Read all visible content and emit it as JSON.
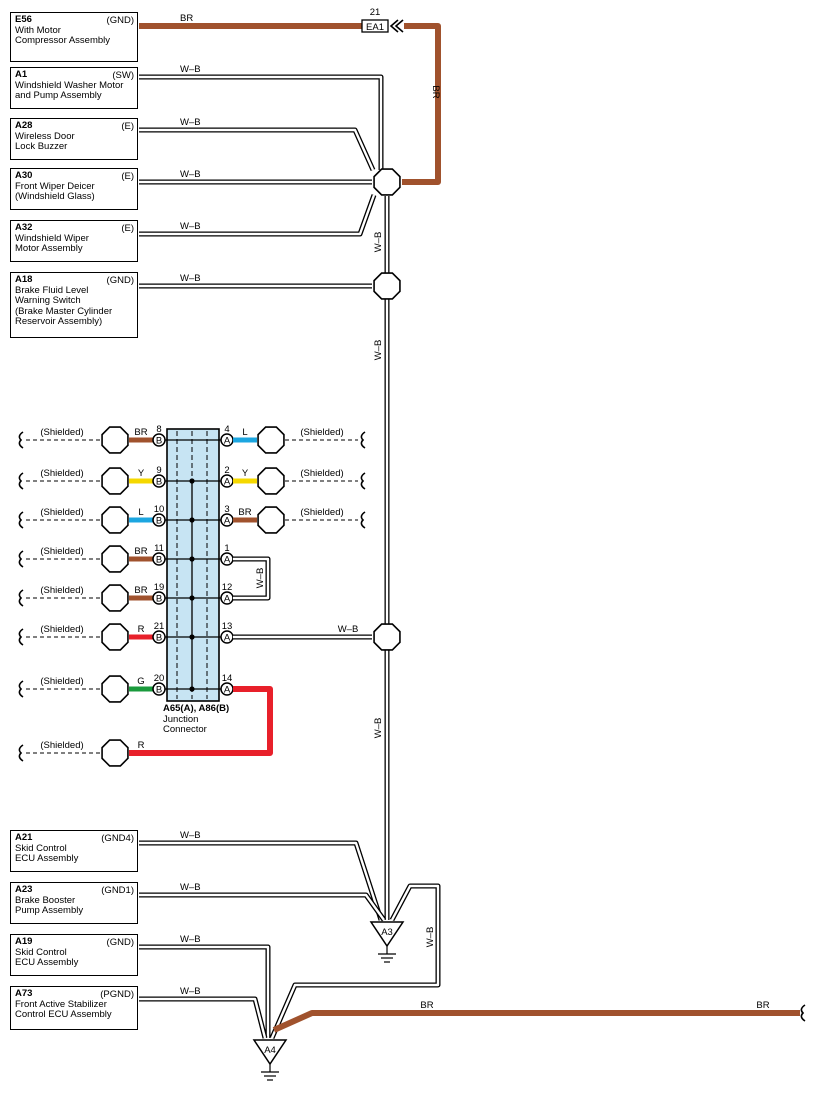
{
  "components": [
    {
      "code": "E56",
      "name": "With Motor\nCompressor Assembly",
      "pin": "(GND)",
      "wire": "BR"
    },
    {
      "code": "A1",
      "name": "Windshield Washer Motor\nand Pump Assembly",
      "pin": "(SW)",
      "wire": "W–B"
    },
    {
      "code": "A28",
      "name": "Wireless Door\nLock Buzzer",
      "pin": "(E)",
      "wire": "W–B"
    },
    {
      "code": "A30",
      "name": "Front Wiper Deicer\n(Windshield Glass)",
      "pin": "(E)",
      "wire": "W–B"
    },
    {
      "code": "A32",
      "name": "Windshield Wiper\nMotor Assembly",
      "pin": "(E)",
      "wire": "W–B"
    },
    {
      "code": "A18",
      "name": "Brake Fluid Level\nWarning Switch\n(Brake Master Cylinder\n Reservoir Assembly)",
      "pin": "(GND)",
      "wire": "W–B"
    },
    {
      "code": "A21",
      "name": "Skid Control\nECU Assembly",
      "pin": "(GND4)",
      "wire": "W–B"
    },
    {
      "code": "A23",
      "name": "Brake Booster\nPump Assembly",
      "pin": "(GND1)",
      "wire": "W–B"
    },
    {
      "code": "A19",
      "name": "Skid Control\nECU Assembly",
      "pin": "(GND)",
      "wire": "W–B"
    },
    {
      "code": "A73",
      "name": "Front Active Stabilizer\nControl ECU Assembly",
      "pin": "(PGND)",
      "wire": "W–B"
    }
  ],
  "connector_ea1": {
    "number": "21",
    "code": "EA1"
  },
  "junction": {
    "code": "A65(A), A86(B)",
    "name": "Junction\nConnector"
  },
  "shielded_text": "(Shielded)",
  "left_pins": [
    {
      "num": "8",
      "letter": "B",
      "wire": "BR"
    },
    {
      "num": "9",
      "letter": "B",
      "wire": "Y"
    },
    {
      "num": "10",
      "letter": "B",
      "wire": "L"
    },
    {
      "num": "11",
      "letter": "B",
      "wire": "BR"
    },
    {
      "num": "19",
      "letter": "B",
      "wire": "BR"
    },
    {
      "num": "21",
      "letter": "B",
      "wire": "R"
    },
    {
      "num": "20",
      "letter": "B",
      "wire": "G"
    }
  ],
  "right_pins": [
    {
      "num": "4",
      "letter": "A",
      "wire": "L"
    },
    {
      "num": "2",
      "letter": "A",
      "wire": "Y"
    },
    {
      "num": "3",
      "letter": "A",
      "wire": "BR"
    },
    {
      "num": "1",
      "letter": "A",
      "wire": ""
    },
    {
      "num": "12",
      "letter": "A",
      "wire": ""
    },
    {
      "num": "13",
      "letter": "A",
      "wire": "W–B"
    },
    {
      "num": "14",
      "letter": "A",
      "wire": ""
    }
  ],
  "bottom_wire": "R",
  "loop_wire": "W–B",
  "trunk_labels": [
    "BR",
    "W–B",
    "W–B",
    "W–B",
    "W–B"
  ],
  "grounds": [
    {
      "code": "A3"
    },
    {
      "code": "A4"
    }
  ],
  "ground_out_labels": [
    "BR",
    "BR"
  ],
  "colors": {
    "BR": "#a0522d",
    "Y": "#f5d800",
    "L": "#1ca6e0",
    "R": "#e8202a",
    "G": "#1a9a3c",
    "junction_fill": "#c7e4f3"
  }
}
